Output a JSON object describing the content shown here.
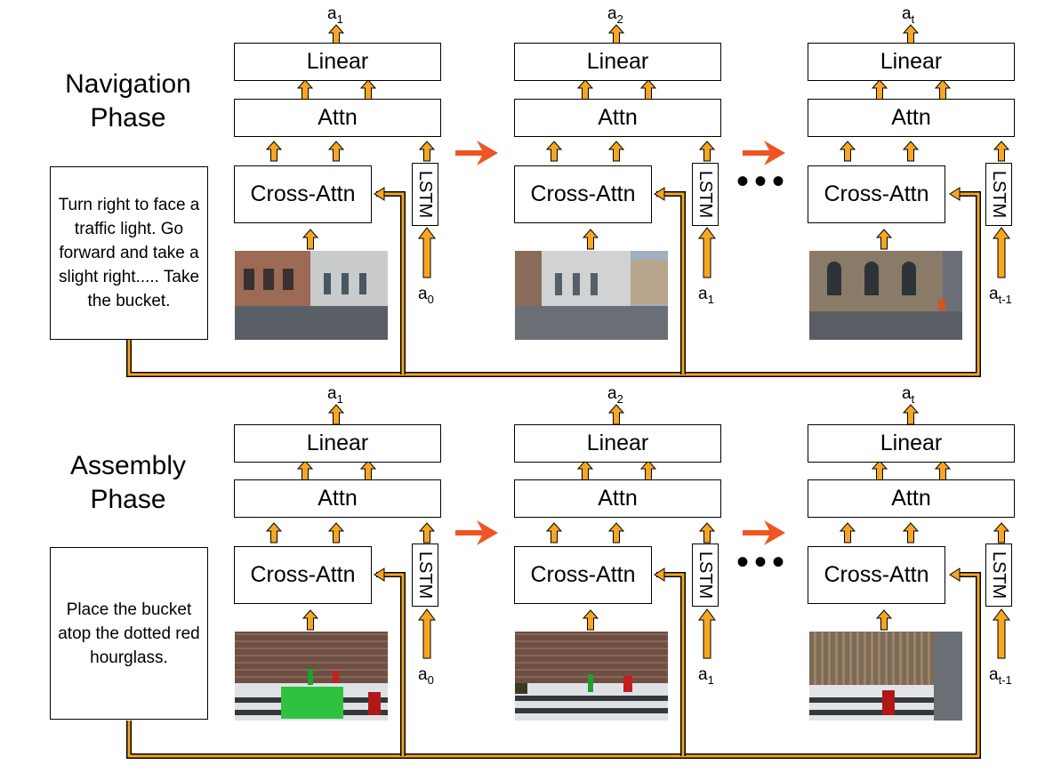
{
  "colors": {
    "orange": "#f5a623",
    "accent_arrow": "#ee5522",
    "line": "#000000"
  },
  "labels": {
    "linear": "Linear",
    "attn": "Attn",
    "cross_attn": "Cross-Attn",
    "lstm": "LSTM"
  },
  "navigation": {
    "phase_title_line1": "Navigation",
    "phase_title_line2": "Phase",
    "instruction": "Turn right to face a traffic light. Go forward and take a slight right..... Take the bucket.",
    "steps": [
      {
        "output": "a",
        "output_sub": "1",
        "input": "a",
        "input_sub": "0"
      },
      {
        "output": "a",
        "output_sub": "2",
        "input": "a",
        "input_sub": "1"
      },
      {
        "output": "a",
        "output_sub": "t",
        "input": "a",
        "input_sub": "t-1"
      }
    ]
  },
  "assembly": {
    "phase_title_line1": "Assembly",
    "phase_title_line2": "Phase",
    "instruction": "Place the bucket atop the dotted red hourglass.",
    "steps": [
      {
        "output": "a",
        "output_sub": "1",
        "input": "a",
        "input_sub": "0"
      },
      {
        "output": "a",
        "output_sub": "2",
        "input": "a",
        "input_sub": "1"
      },
      {
        "output": "a",
        "output_sub": "t",
        "input": "a",
        "input_sub": "t-1"
      }
    ]
  },
  "ellipsis": "•••",
  "icons": [
    "orange-double-arrow-icon",
    "red-flow-arrow-icon",
    "street-scene-image",
    "assembly-scene-image"
  ]
}
